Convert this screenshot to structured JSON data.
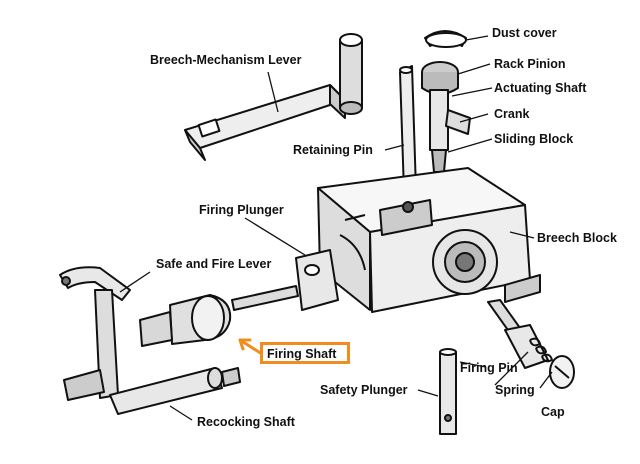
{
  "diagram": {
    "labels": {
      "dust_cover": "Dust cover",
      "rack_pinion": "Rack Pinion",
      "actuating_shaft": "Actuating Shaft",
      "crank": "Crank",
      "sliding_block": "Sliding Block",
      "breech_mechanism_lever": "Breech-Mechanism Lever",
      "retaining_pin": "Retaining Pin",
      "breech_block": "Breech Block",
      "firing_plunger": "Firing Plunger",
      "safe_and_fire_lever": "Safe and Fire Lever",
      "firing_shaft": "Firing Shaft",
      "firing_pin": "Firing Pin",
      "spring": "Spring",
      "cap": "Cap",
      "safety_plunger": "Safety Plunger",
      "recocking_shaft": "Recocking Shaft"
    },
    "highlight_color": "#f28c1e",
    "line_color": "#111111"
  }
}
